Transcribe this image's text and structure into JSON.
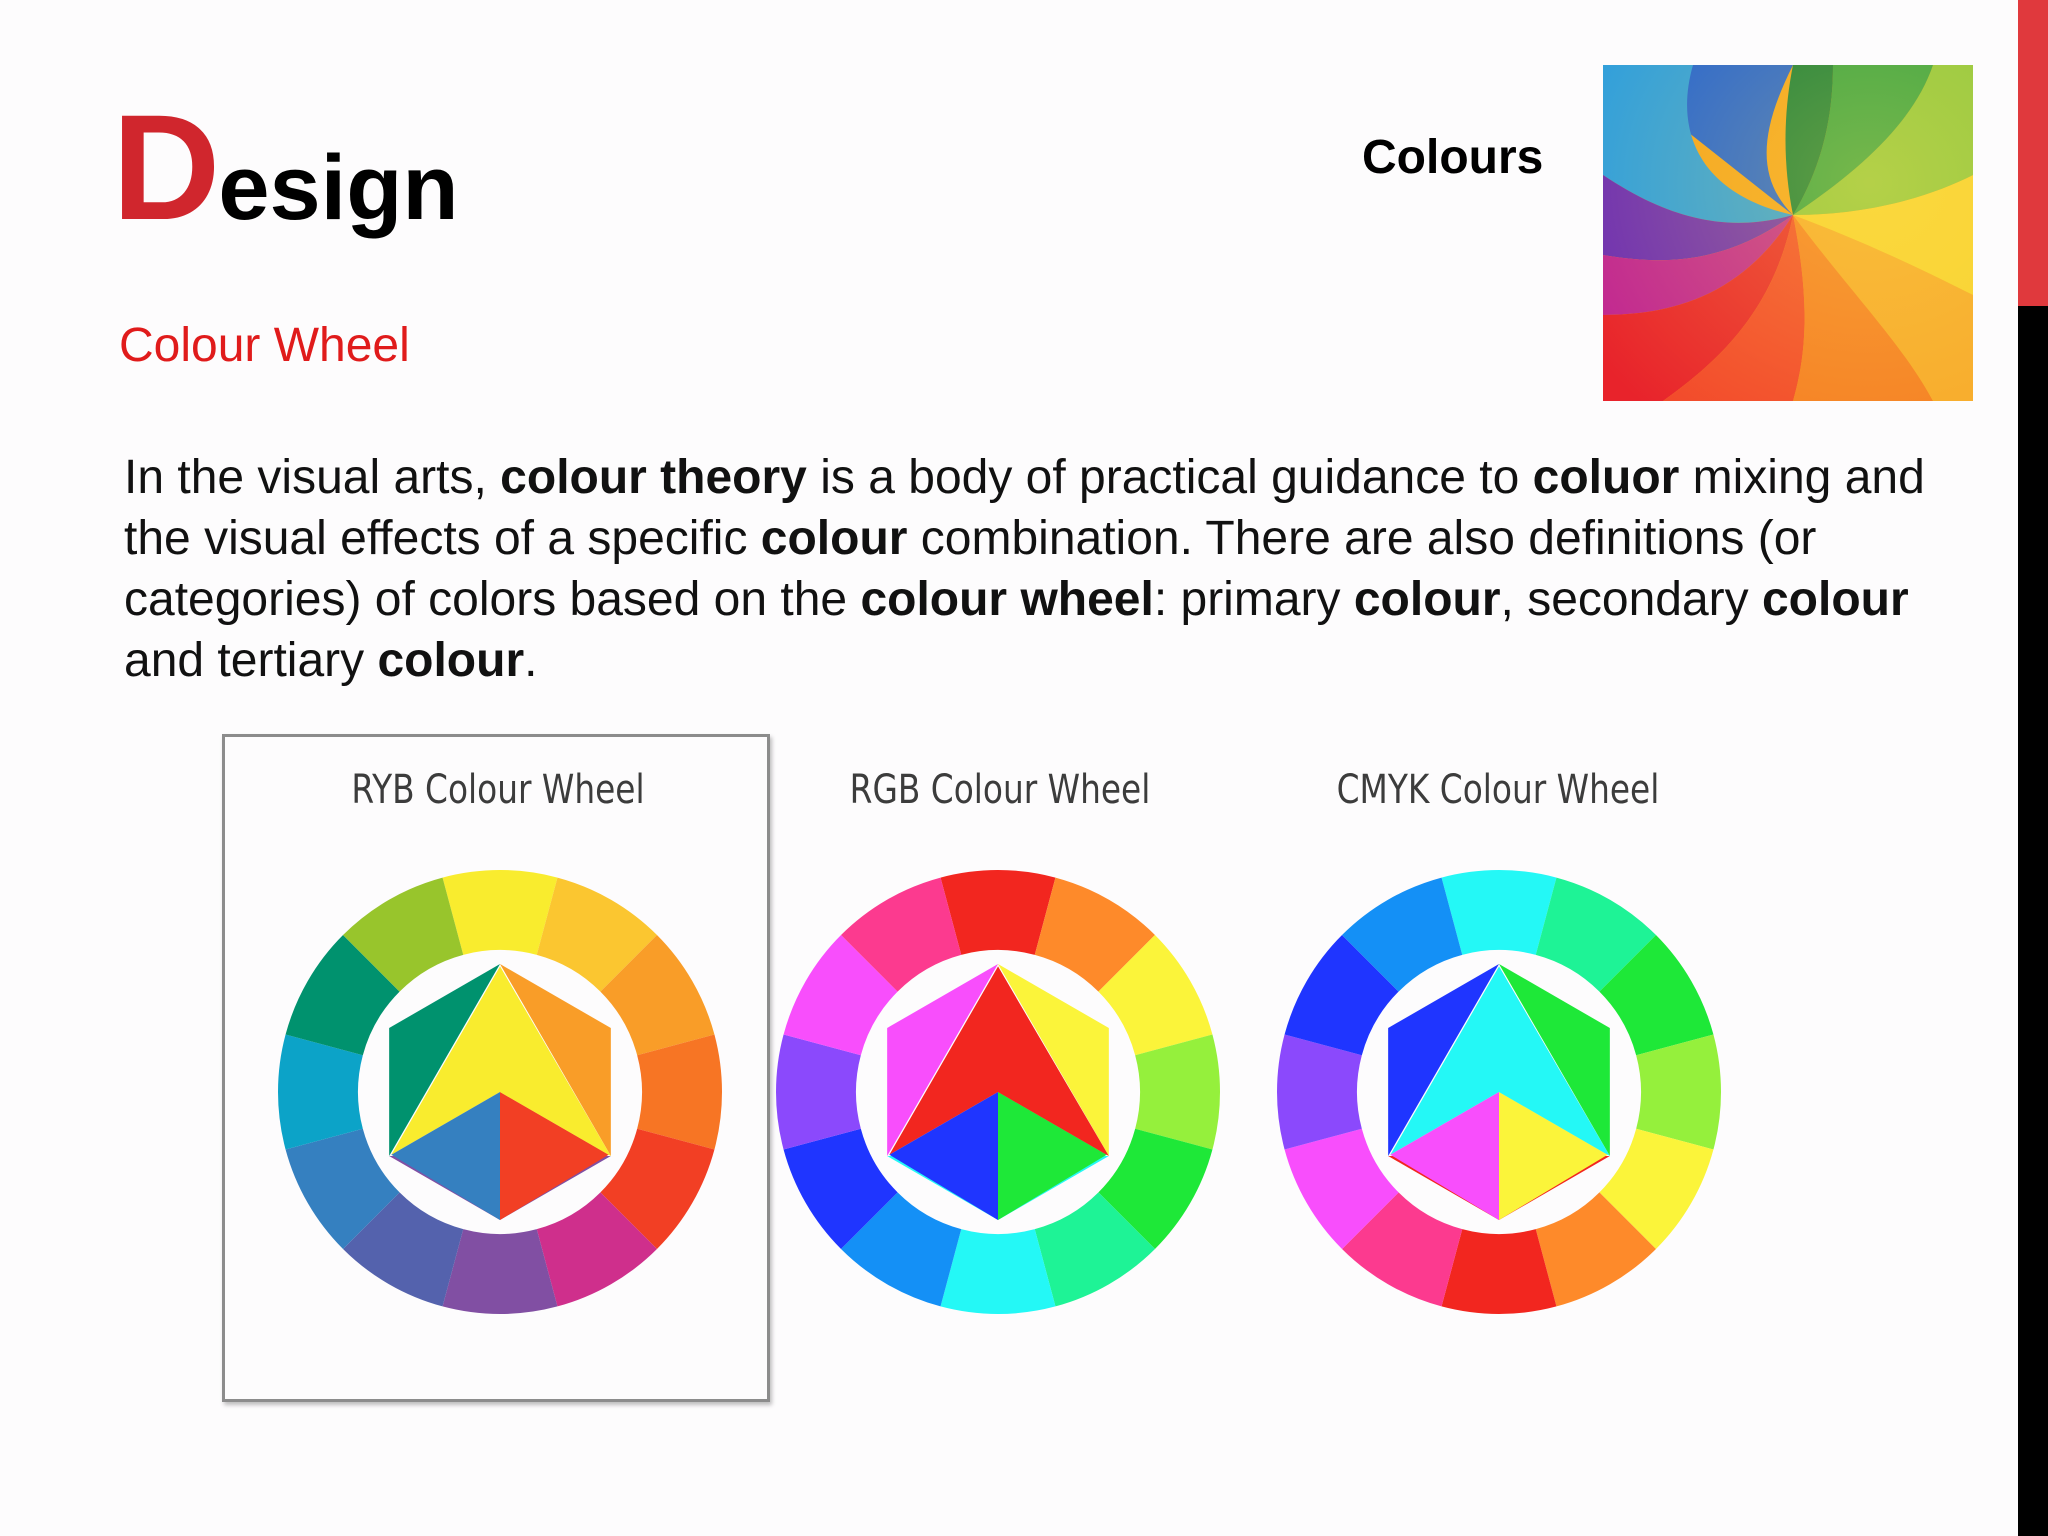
{
  "slide": {
    "title_initial": "D",
    "title_rest": "esign",
    "subtitle": "Colour Wheel",
    "section_label": "Colours",
    "paragraph": [
      {
        "text": "In the visual arts, ",
        "bold": false
      },
      {
        "text": "colour theory",
        "bold": true
      },
      {
        "text": " is a body of practical guidance to ",
        "bold": false
      },
      {
        "text": "coluor",
        "bold": true
      },
      {
        "text": " mixing and the visual effects of a specific ",
        "bold": false
      },
      {
        "text": "colour",
        "bold": true
      },
      {
        "text": " combination. There are also definitions (or categories) of colors based on the ",
        "bold": false
      },
      {
        "text": "colour wheel",
        "bold": true
      },
      {
        "text": ": primary ",
        "bold": false
      },
      {
        "text": "colour",
        "bold": true
      },
      {
        "text": ", secondary ",
        "bold": false
      },
      {
        "text": "colour",
        "bold": true
      },
      {
        "text": " and tertiary ",
        "bold": false
      },
      {
        "text": "colour",
        "bold": true
      },
      {
        "text": ".",
        "bold": false
      }
    ]
  },
  "colors": {
    "accent_red": "#d0262d",
    "subtitle_red": "#e01b1b",
    "side_bar_red": "#e0393d",
    "side_bar_black": "#000000"
  },
  "wheels": [
    {
      "title": "RYB Colour Wheel",
      "ring": [
        "#f9ec2e",
        "#fbc630",
        "#f99d28",
        "#f77524",
        "#f23f24",
        "#cf2f8c",
        "#814fa3",
        "#5462ad",
        "#3580c0",
        "#0ca3c8",
        "#00926e",
        "#98c52c"
      ],
      "center": {
        "top": "#f9ec2e",
        "right": "#f23f24",
        "bottom": "#814fa3",
        "left": "#3580c0",
        "upper_left": "#00926e",
        "upper_right": "#f99d28"
      }
    },
    {
      "title": "RGB Colour Wheel",
      "ring": [
        "#f2261f",
        "#fe8a2a",
        "#fbf43a",
        "#95f03c",
        "#1ee838",
        "#1ef396",
        "#24f8f6",
        "#1490f6",
        "#1f35ff",
        "#8b49fc",
        "#f84efc",
        "#fc3a8f"
      ],
      "center": {
        "top": "#f2261f",
        "right": "#1ee838",
        "bottom": "#24f8f6",
        "left": "#1f35ff",
        "upper_left": "#f84efc",
        "upper_right": "#fbf43a"
      }
    },
    {
      "title": "CMYK Colour Wheel",
      "ring": [
        "#24f8f6",
        "#1ef396",
        "#1ee838",
        "#95f03c",
        "#fbf43a",
        "#fe8a2a",
        "#f2261f",
        "#fc3a8f",
        "#f84efc",
        "#8b49fc",
        "#1f35ff",
        "#1490f6"
      ],
      "center": {
        "top": "#24f8f6",
        "right": "#fbf43a",
        "bottom": "#f2261f",
        "left": "#f84efc",
        "upper_left": "#1f35ff",
        "upper_right": "#1ee838"
      }
    }
  ]
}
